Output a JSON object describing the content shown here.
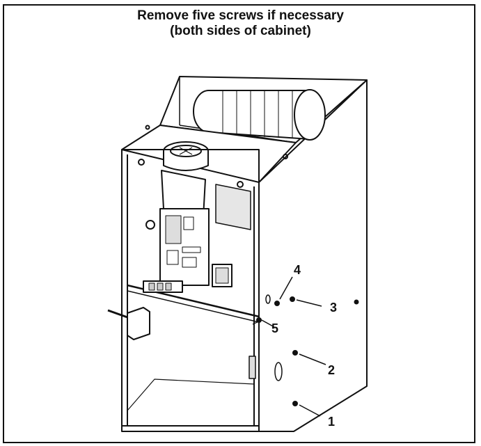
{
  "title": {
    "line1": "Remove five screws if necessary",
    "line2": "(both sides of cabinet)"
  },
  "callouts": [
    "1",
    "2",
    "3",
    "4",
    "5"
  ],
  "colors": {
    "ink": "#111111",
    "panel": "#ffffff",
    "shade": "#d9d9d9"
  }
}
